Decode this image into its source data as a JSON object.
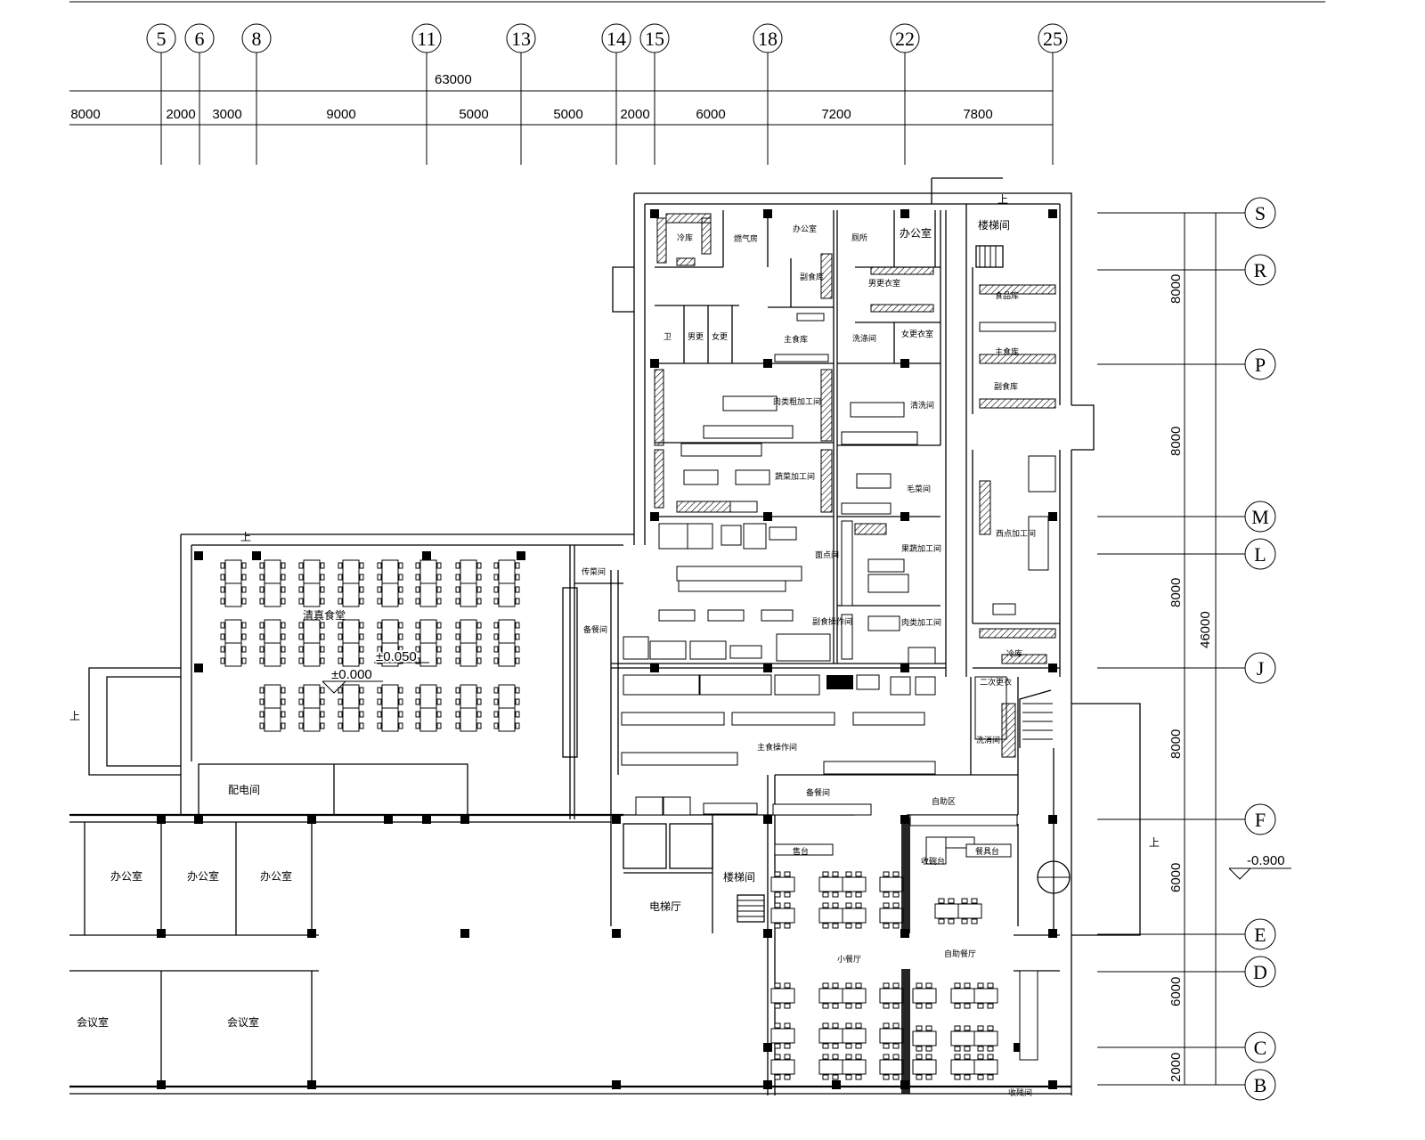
{
  "drawing": {
    "column_axes": [
      "5",
      "6",
      "8",
      "11",
      "13",
      "14",
      "15",
      "18",
      "22",
      "25"
    ],
    "row_axes": [
      "S",
      "R",
      "P",
      "M",
      "L",
      "J",
      "F",
      "E",
      "D",
      "C",
      "B"
    ],
    "total_width_dim": "63000",
    "width_dims": [
      "8000",
      "2000",
      "3000",
      "9000",
      "5000",
      "5000",
      "2000",
      "6000",
      "7200",
      "7800"
    ],
    "total_depth_dim": "46000",
    "depth_dims": [
      "8000",
      "8000",
      "8000",
      "8000",
      "6000",
      "6000",
      "2000"
    ],
    "elevations": {
      "outdoor": "-0.900",
      "floor": "±0.000",
      "floor_alt": "±0.050"
    },
    "up_mark": "上"
  },
  "rooms": {
    "cold_store": "冷库",
    "gas_room": "燃气房",
    "office_kitchen": "办公室",
    "nonstaple_store_top": "副食库",
    "toilet_top": "厕所",
    "office_right": "办公室",
    "male_locker": "男更衣室",
    "washroom": "洗涤间",
    "female_locker": "女更衣室",
    "stair_north": "楼梯间",
    "food_store": "食品库",
    "staple_store_right": "主食库",
    "nonstaple_store_right": "副食库",
    "staple_store": "主食库",
    "wc": "卫",
    "male_change": "男更",
    "female_change": "女更",
    "meat_rough": "肉类粗加工间",
    "cleaning": "清洗间",
    "veg_processing": "蔬菜加工间",
    "raw_veg": "毛菜间",
    "pastry": "面点间",
    "fruit_veg": "果蔬加工间",
    "western_pastry": "西点加工间",
    "nonstaple_cooking": "副食操作间",
    "meat_processing": "肉类加工间",
    "cold_store_2": "冷库",
    "secondary_locker": "二次更衣",
    "dish_wash": "洗消间",
    "main_cooking": "主食操作间",
    "serving_prep": "备餐间",
    "buffet_zone": "自助区",
    "counter": "售台",
    "tableware": "餐具台",
    "dish_return": "收碗台",
    "halal_canteen": "清真食堂",
    "pass_room": "传菜间",
    "serving_left": "备餐间",
    "power_room": "配电间",
    "office_1": "办公室",
    "office_2": "办公室",
    "office_3": "办公室",
    "meeting_1": "会议室",
    "meeting_2": "会议室",
    "stair_south": "楼梯间",
    "elevator_hall": "电梯厅",
    "small_dining": "小餐厅",
    "buffet_dining": "自助餐厅",
    "residue_room": "收残间"
  }
}
